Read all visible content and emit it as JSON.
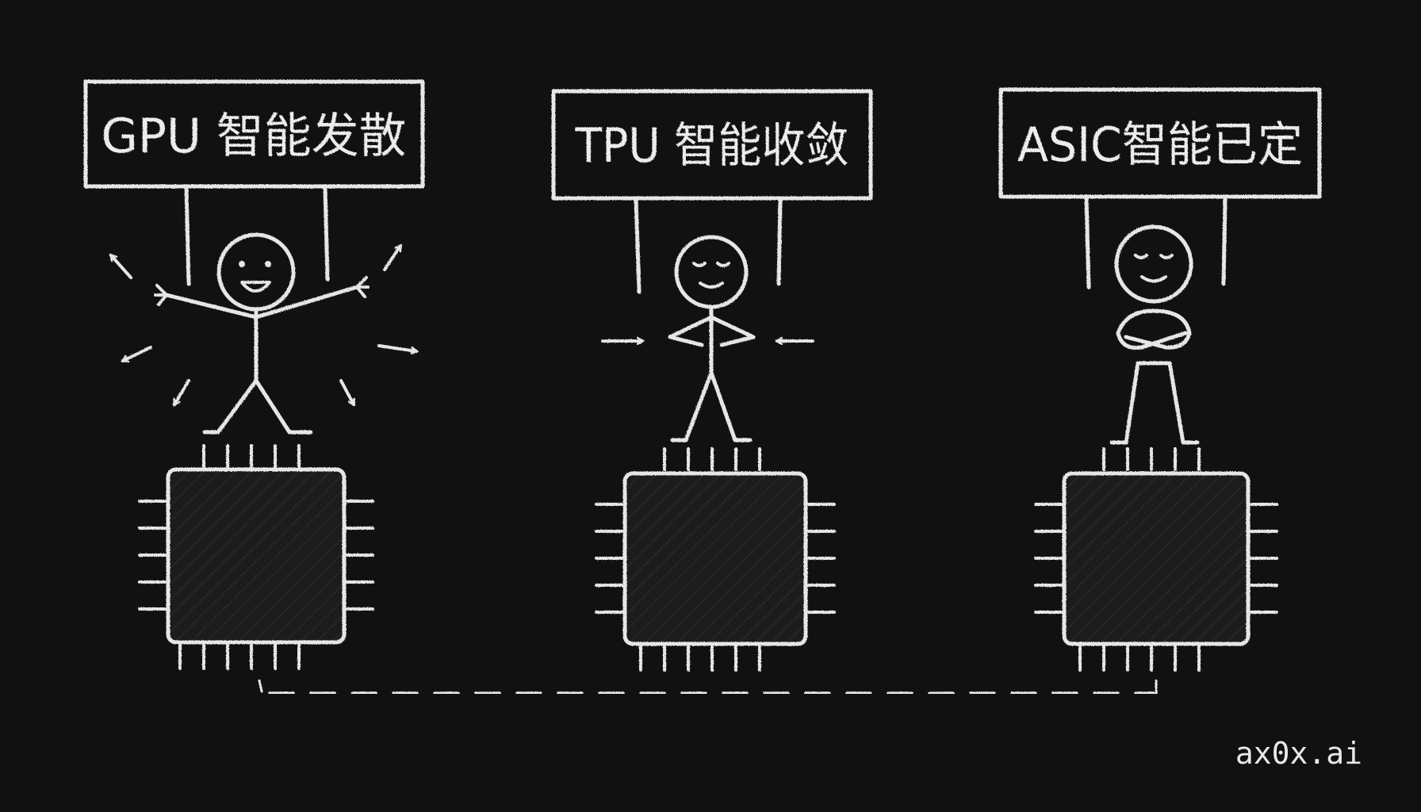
{
  "colors": {
    "background": "#111111",
    "chalk": "#e6e6e6",
    "chip_fill": "#1b1b1b"
  },
  "panels": [
    {
      "label": "GPU 智能发散",
      "pose": "arms-spread-happy",
      "arrows": "outward"
    },
    {
      "label": "TPU 智能收敛",
      "pose": "hands-on-hips-calm",
      "arrows": "inward"
    },
    {
      "label": "ASIC智能已定",
      "pose": "arms-crossed-content",
      "arrows": "none"
    }
  ],
  "watermark": "ax0x.ai"
}
